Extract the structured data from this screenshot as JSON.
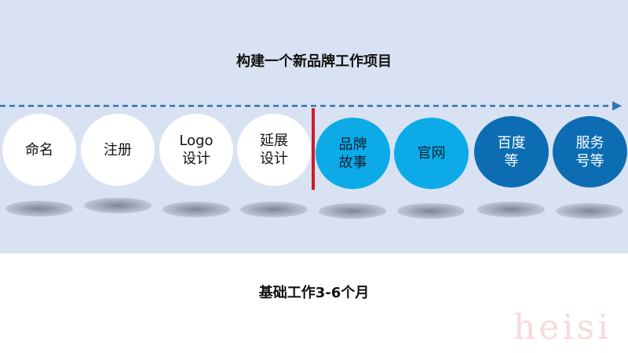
{
  "title": "构建一个新品牌工作项目",
  "footer": "基础工作3-6个月",
  "watermark": "heisi",
  "colors": {
    "band": "#d8e2f2",
    "arrow": "#2e75b6",
    "divider": "#d0192b",
    "white_circle": "#ffffff",
    "light_circle": "#0cabe8",
    "dark_circle": "#0d6db3"
  },
  "steps": [
    {
      "label": "命名",
      "style": "white"
    },
    {
      "label": "注册",
      "style": "white"
    },
    {
      "label": "Logo\n设计",
      "style": "white"
    },
    {
      "label": "延展\n设计",
      "style": "white"
    },
    {
      "label": "品牌\n故事",
      "style": "light"
    },
    {
      "label": "官网",
      "style": "light"
    },
    {
      "label": "百度\n等",
      "style": "dark"
    },
    {
      "label": "服务\n号等",
      "style": "dark"
    }
  ]
}
